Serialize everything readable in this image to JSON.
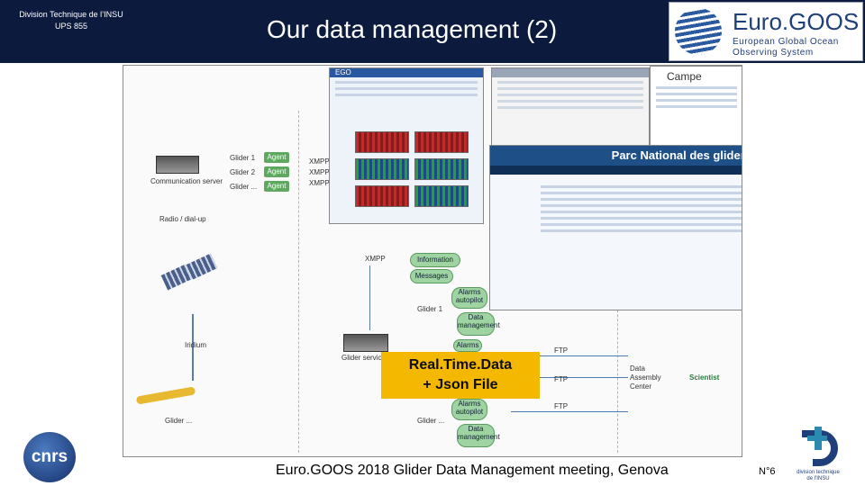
{
  "header": {
    "org_line1": "Division Technique de l’INSU",
    "org_line2": "UPS 855",
    "title": "Our data management (2)"
  },
  "eurogoos_logo": {
    "name": "Euro.GOOS",
    "subtitle_line1": "European Global Ocean",
    "subtitle_line2": "Observing System"
  },
  "diagram": {
    "glider1": "Glider 1",
    "glider2": "Glider 2",
    "glider_more": "Glider ...",
    "agent": "Agent",
    "xmpp": "XMPP",
    "communication_server": "Communication server",
    "radio_link": "Radio / dial-up",
    "iridium": "Iridium",
    "glider_vehicle": "Glider ...",
    "information": "Information",
    "messages": "Messages",
    "alarms_autopilot": "Alarms autopilot",
    "data_management": "Data management",
    "alarms": "Alarms",
    "glider_services": "Glider services",
    "ftp": "FTP",
    "data_assembly_center": "Data Assembly Center",
    "scientist": "Scientist",
    "ego": "EGO",
    "campe": "Campe",
    "parc_title": "Parc National des gliders"
  },
  "overlay": {
    "realtime_line1": "Real.Time.Data",
    "realtime_line2": "+ Json File"
  },
  "footer": {
    "meeting": "Euro.GOOS 2018 Glider Data Management meeting, Genova",
    "page_number": "N°6",
    "cnrs_logo": "cnrs",
    "dt_logo_line1": "division technique",
    "dt_logo_line2": "de l'INSU"
  },
  "colors": {
    "header_bg": "#0b1a3d",
    "highlight_box": "#f5b800",
    "bubble": "#9fd3a2"
  }
}
